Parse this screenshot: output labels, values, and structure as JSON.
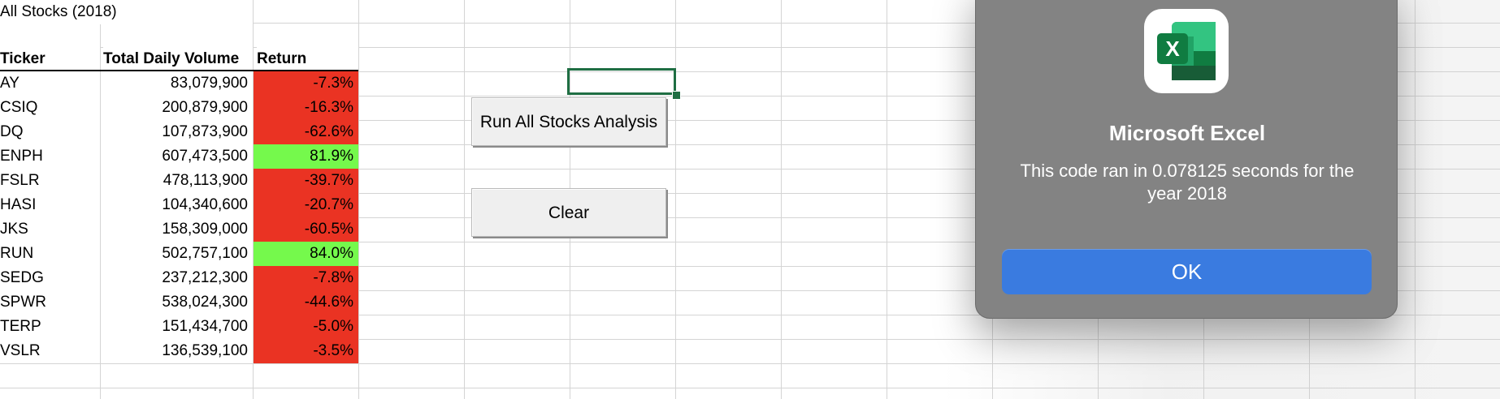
{
  "sheet": {
    "title": "All Stocks (2018)",
    "headers": {
      "ticker": "Ticker",
      "volume": "Total Daily Volume",
      "return": "Return"
    },
    "rows": [
      {
        "ticker": "AY",
        "volume": "83,079,900",
        "return": "-7.3%",
        "status": "negative"
      },
      {
        "ticker": "CSIQ",
        "volume": "200,879,900",
        "return": "-16.3%",
        "status": "negative"
      },
      {
        "ticker": "DQ",
        "volume": "107,873,900",
        "return": "-62.6%",
        "status": "negative"
      },
      {
        "ticker": "ENPH",
        "volume": "607,473,500",
        "return": "81.9%",
        "status": "positive"
      },
      {
        "ticker": "FSLR",
        "volume": "478,113,900",
        "return": "-39.7%",
        "status": "negative"
      },
      {
        "ticker": "HASI",
        "volume": "104,340,600",
        "return": "-20.7%",
        "status": "negative"
      },
      {
        "ticker": "JKS",
        "volume": "158,309,000",
        "return": "-60.5%",
        "status": "negative"
      },
      {
        "ticker": "RUN",
        "volume": "502,757,100",
        "return": "84.0%",
        "status": "positive"
      },
      {
        "ticker": "SEDG",
        "volume": "237,212,300",
        "return": "-7.8%",
        "status": "negative"
      },
      {
        "ticker": "SPWR",
        "volume": "538,024,300",
        "return": "-44.6%",
        "status": "negative"
      },
      {
        "ticker": "TERP",
        "volume": "151,434,700",
        "return": "-5.0%",
        "status": "negative"
      },
      {
        "ticker": "VSLR",
        "volume": "136,539,100",
        "return": "-3.5%",
        "status": "negative"
      }
    ]
  },
  "buttons": {
    "run_label": "Run All Stocks Analysis",
    "clear_label": "Clear"
  },
  "dialog": {
    "app_name": "Microsoft Excel",
    "message": "This code ran in 0.078125 seconds for the year 2018",
    "ok_label": "OK",
    "icon_letter": "X"
  },
  "colors": {
    "negative": "#ea3323",
    "positive": "#75f94c",
    "ok_button": "#3a7be0",
    "excel_green": "#1f6e43"
  }
}
